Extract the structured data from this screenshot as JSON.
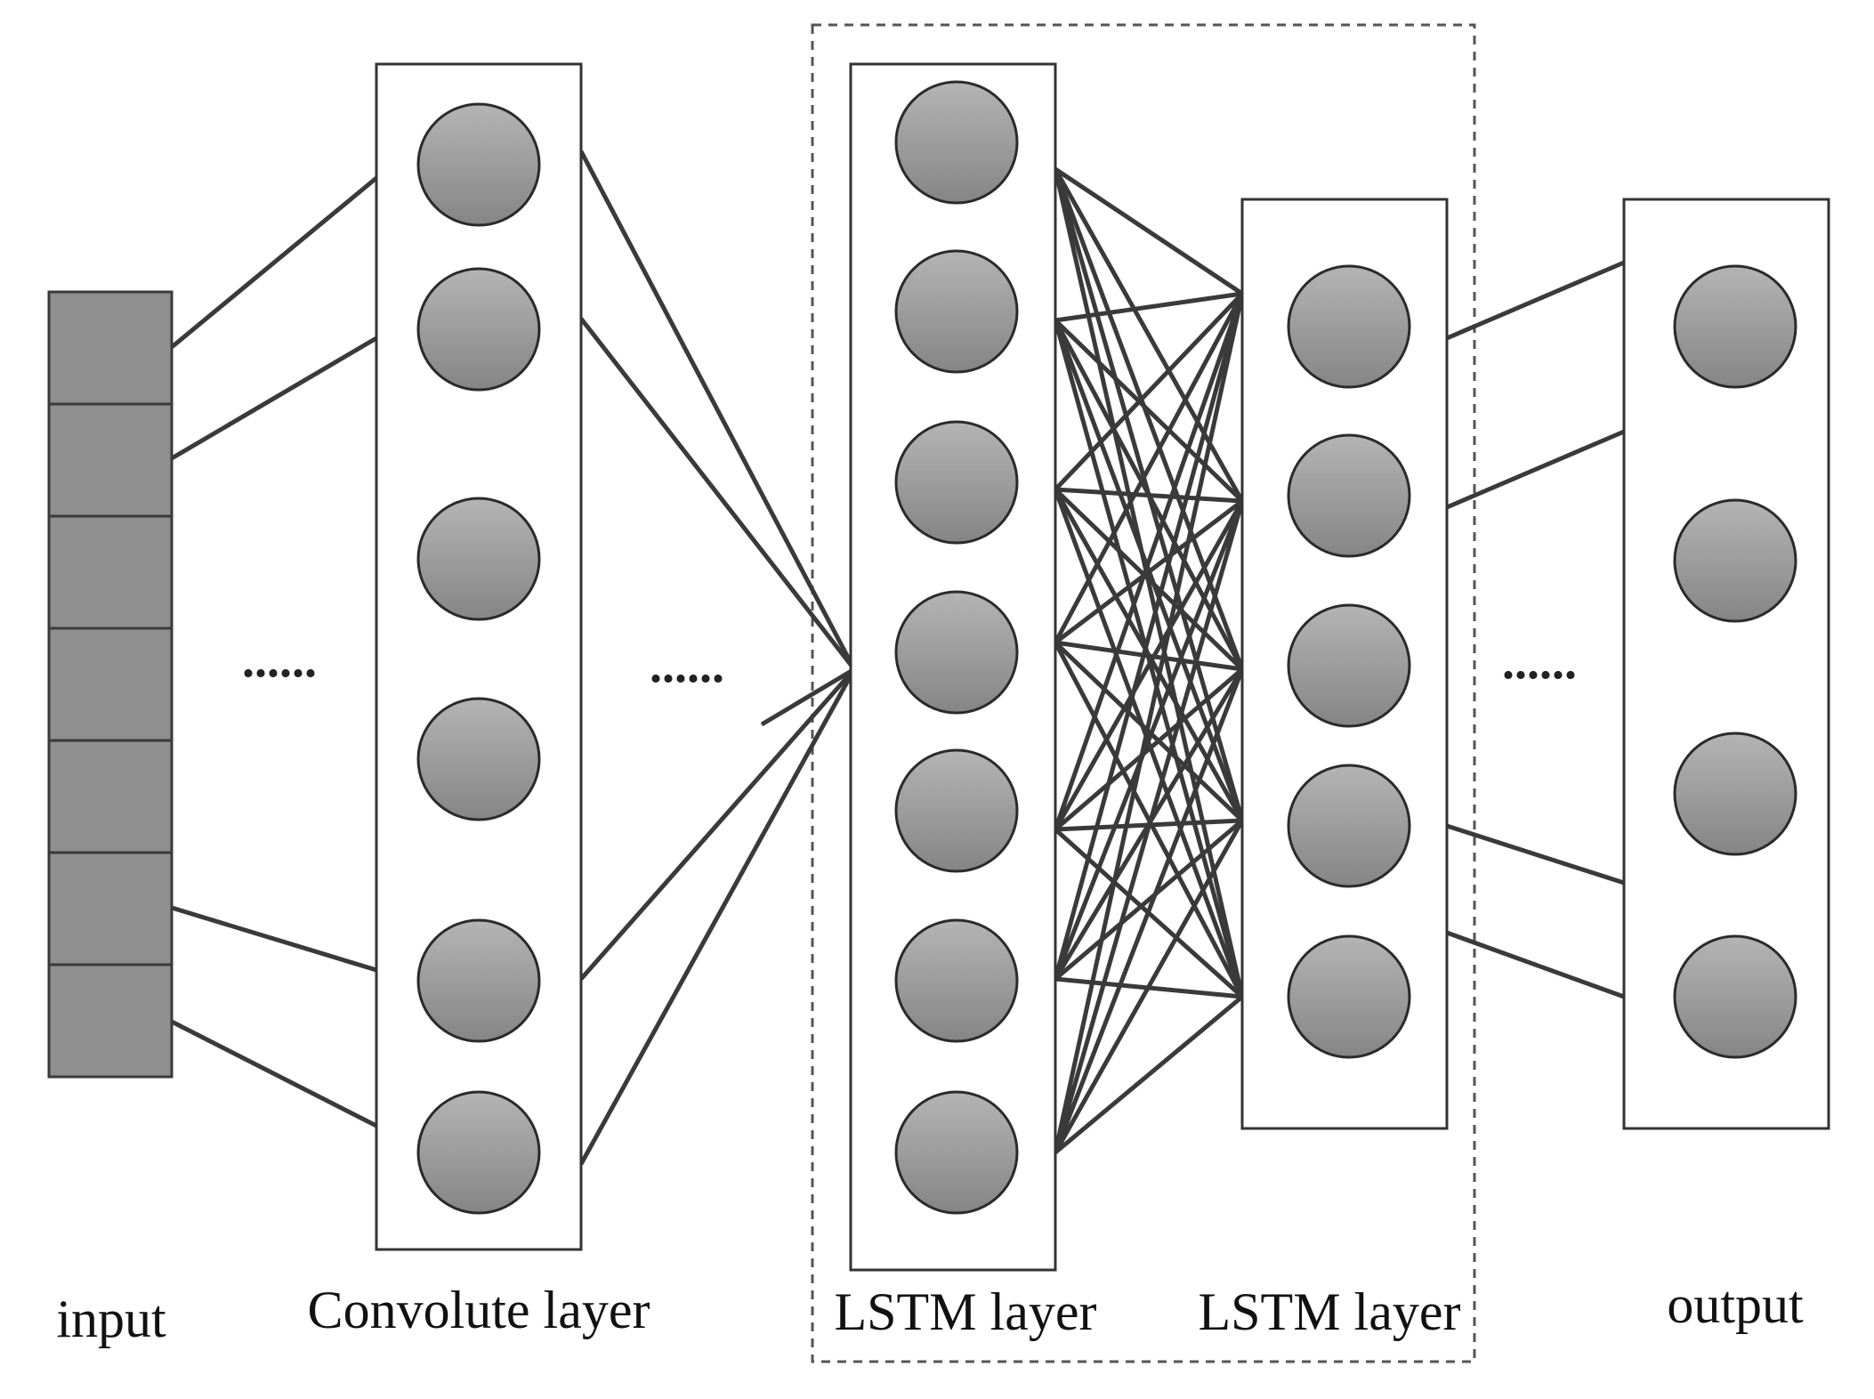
{
  "labels": {
    "input": "input",
    "convolute": "Convolute layer",
    "lstm1": "LSTM layer",
    "lstm2": "LSTM layer",
    "output": "output"
  },
  "ellipsis": "......",
  "colors": {
    "node_fill_top": "#a9a9a9",
    "node_fill_bottom": "#8a8a8a",
    "input_cell_fill": "#8f8f8f",
    "line": "#3a3a3a",
    "box_stroke": "#333333"
  }
}
